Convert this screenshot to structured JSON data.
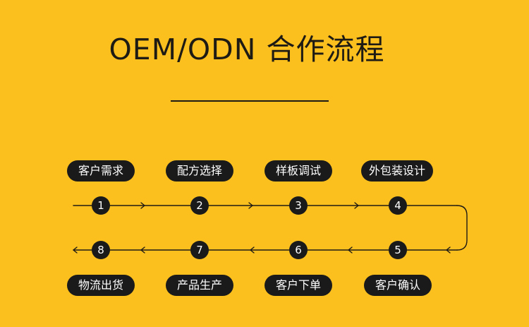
{
  "title": "OEM/ODN 合作流程",
  "colors": {
    "background": "#FCC01E",
    "dark": "#1A1A1A",
    "text_on_dark": "#FFFFFF"
  },
  "steps": [
    {
      "num": "1",
      "label": "客户需求"
    },
    {
      "num": "2",
      "label": "配方选择"
    },
    {
      "num": "3",
      "label": "样板调试"
    },
    {
      "num": "4",
      "label": "外包装设计"
    },
    {
      "num": "5",
      "label": "客户确认"
    },
    {
      "num": "6",
      "label": "客户下单"
    },
    {
      "num": "7",
      "label": "产品生产"
    },
    {
      "num": "8",
      "label": "物流出货"
    }
  ]
}
